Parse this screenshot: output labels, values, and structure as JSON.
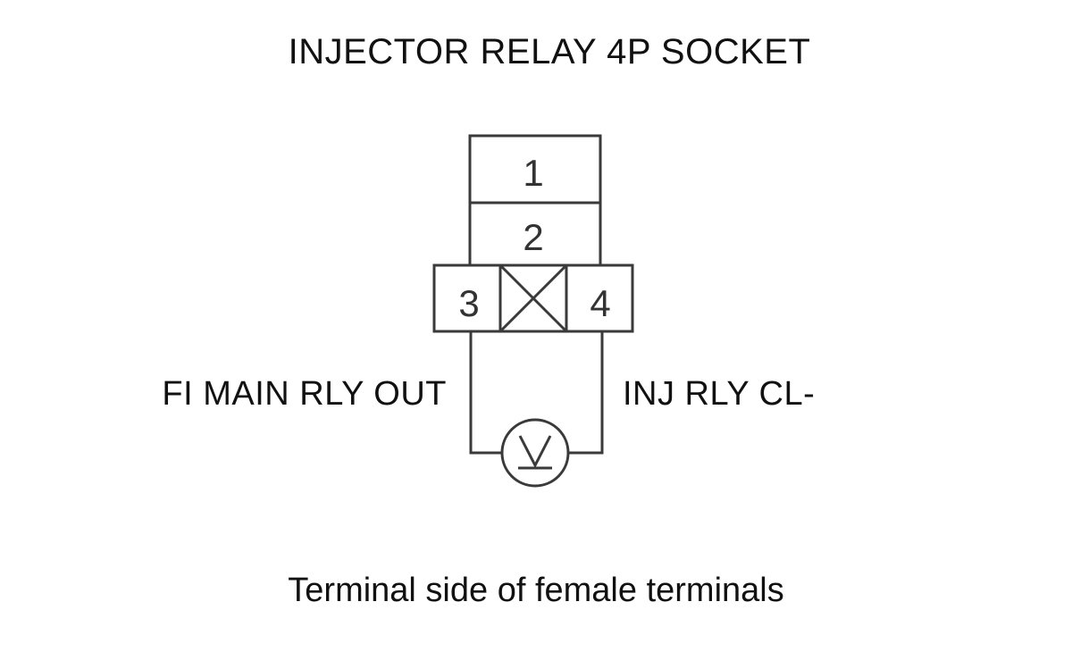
{
  "diagram": {
    "title": "INJECTOR RELAY 4P SOCKET",
    "caption": "Terminal side of female terminals",
    "connector": {
      "terminals": [
        "1",
        "2",
        "3",
        "4"
      ]
    },
    "probe_labels": {
      "left": "FI MAIN RLY OUT",
      "right": "INJ RLY CL-"
    },
    "meter": {
      "symbol": "V",
      "icon": "voltmeter-icon"
    },
    "colors": {
      "line": "#3a3a3a",
      "text": "#111111",
      "background": "#ffffff"
    }
  }
}
